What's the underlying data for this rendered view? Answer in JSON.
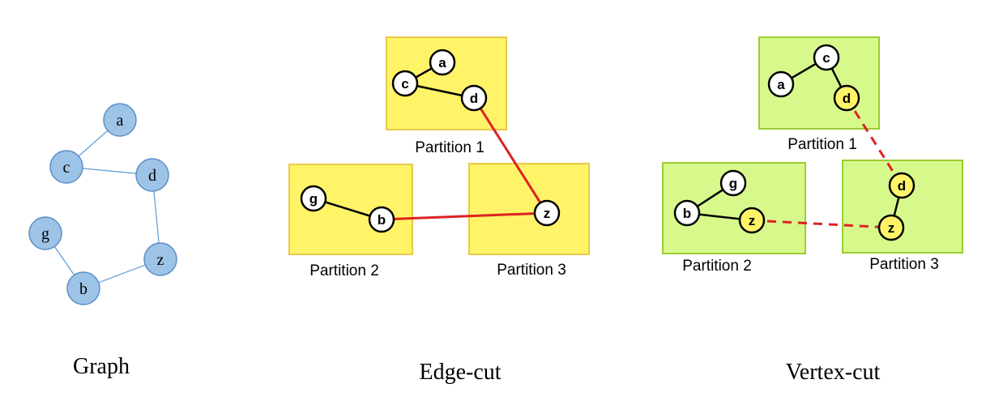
{
  "graph": {
    "caption": "Graph",
    "nodes": [
      "a",
      "c",
      "d",
      "g",
      "z",
      "b"
    ]
  },
  "edge_cut": {
    "caption": "Edge-cut",
    "partitions": [
      "Partition 1",
      "Partition 2",
      "Partition 3"
    ],
    "nodes": [
      "a",
      "c",
      "d",
      "g",
      "b",
      "z"
    ]
  },
  "vertex_cut": {
    "caption": "Vertex-cut",
    "partitions": [
      "Partition 1",
      "Partition 2",
      "Partition 3"
    ],
    "nodes": [
      "c",
      "a",
      "d",
      "g",
      "b",
      "z",
      "d",
      "z"
    ]
  },
  "colors": {
    "graph_node_fill": "#9DC3E6",
    "graph_node_stroke": "#5B8FC6",
    "graph_edge": "#5B9BD5",
    "edge_cut_partition_fill": "#FFF467",
    "edge_cut_partition_stroke": "#E8C94A",
    "vertex_cut_partition_fill": "#D7F98C",
    "vertex_cut_partition_stroke": "#9ACD32",
    "cut_edge": "#DD2222",
    "replica_node_fill": "#FFF467"
  }
}
